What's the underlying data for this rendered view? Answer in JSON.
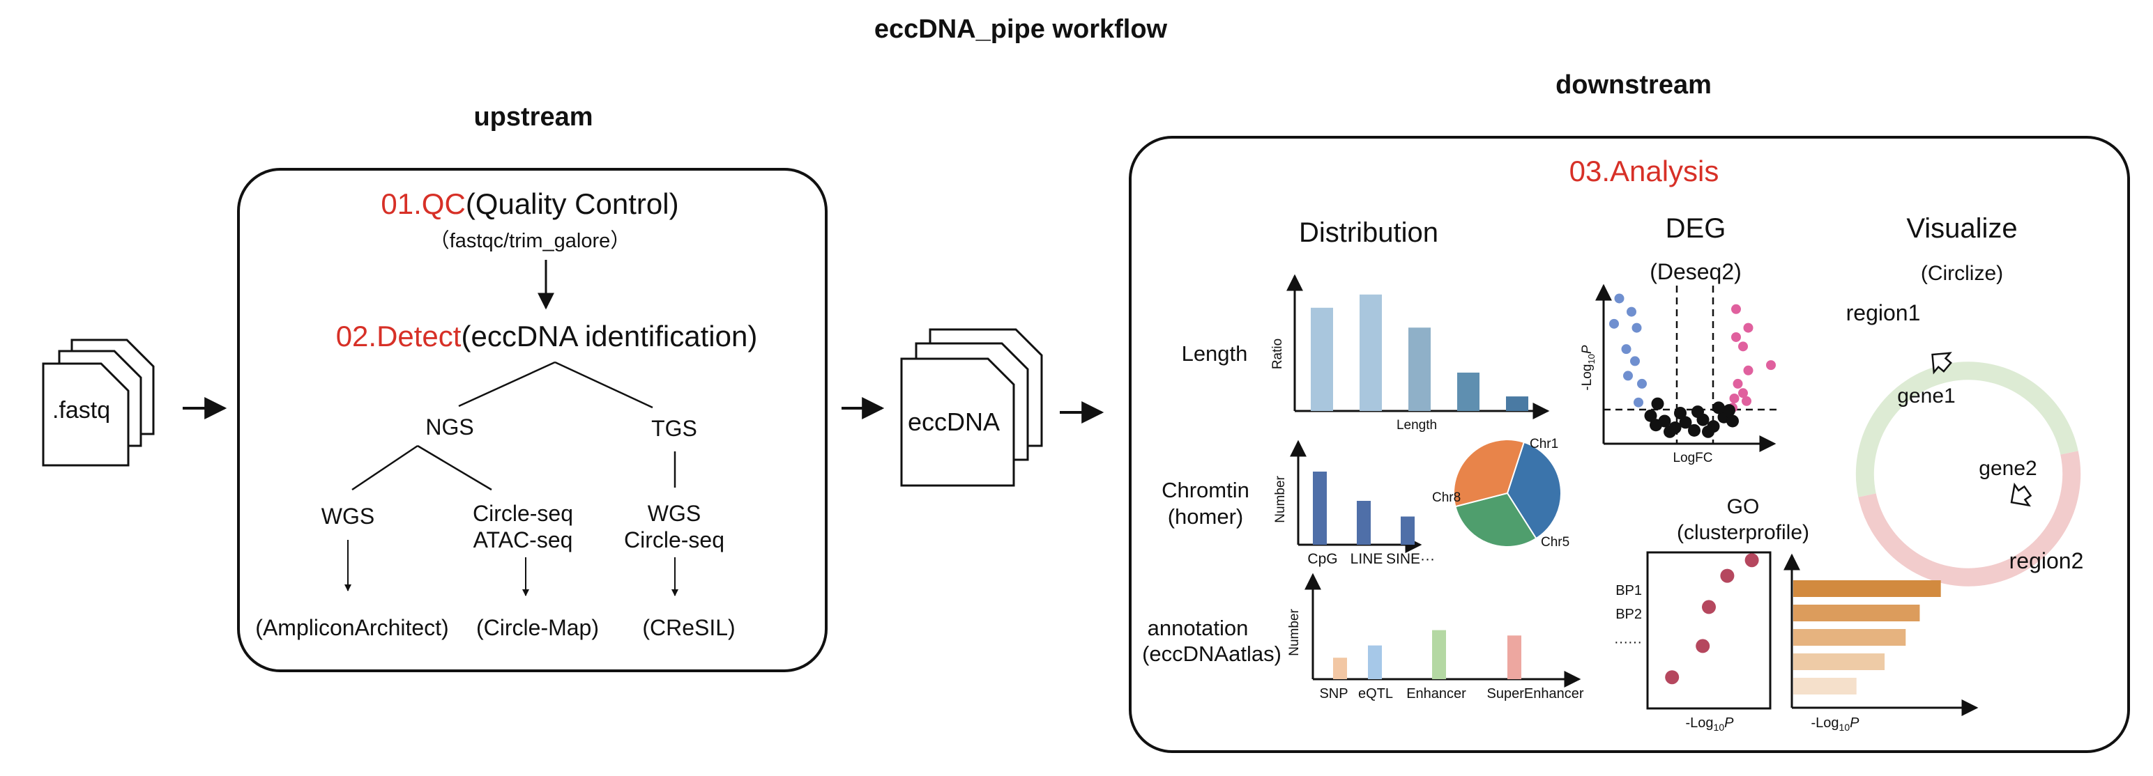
{
  "title": "eccDNA_pipe workflow",
  "input": {
    "label": ".fastq"
  },
  "upstream": {
    "heading": "upstream",
    "qc": {
      "step": "01.QC",
      "desc": "(Quality Control)",
      "tools": "（fastqc/trim_galore）"
    },
    "detect": {
      "step": "02.Detect",
      "desc": "(eccDNA identification)"
    },
    "ngs": "NGS",
    "tgs": "TGS",
    "wgs": "WGS",
    "circle_seq": "Circle-seq",
    "atac_seq": "ATAC-seq",
    "tgs_wgs": "WGS",
    "tgs_circle_seq": "Circle-seq",
    "tool_amplicon": "(AmpliconArchitect)",
    "tool_circlemap": "(Circle-Map)",
    "tool_cresil": "(CReSIL)"
  },
  "intermediate": {
    "label": "eccDNA"
  },
  "downstream": {
    "heading": "downstream",
    "analysis": "03.Analysis",
    "distribution": {
      "heading": "Distribution",
      "length_label": "Length",
      "chromtin_label": "Chromtin",
      "chromtin_sub": "(homer)",
      "annotation_label": "annotation",
      "annotation_sub": "(eccDNAatlas)"
    },
    "deg": {
      "heading": "DEG",
      "sub": "(Deseq2)"
    },
    "visualize": {
      "heading": "Visualize",
      "sub": "(Circlize)",
      "region1": "region1",
      "region2": "region2",
      "gene1": "gene1",
      "gene2": "gene2"
    },
    "go": {
      "heading": "GO",
      "sub": "(clusterprofile)"
    }
  },
  "colors": {
    "red": "#d73027",
    "length_bars": [
      "#a9c6dd",
      "#a9c6dd",
      "#8fb0c8",
      "#5f8fb0",
      "#4a7aa3"
    ],
    "chromtin_bars": "#4f6fa8",
    "pie": [
      "#3b74ab",
      "#4f9e6d",
      "#e8844a"
    ],
    "annotation_bars": [
      "#f2c7a4",
      "#a6c8e8",
      "#b4d8a3",
      "#eda7a0"
    ],
    "volcano_down": "#6f8fcf",
    "volcano_up": "#e0609e",
    "volcano_ns": "#111111",
    "circle_top": "#ddebd4",
    "circle_bottom": "#f2cccc",
    "go_dots": "#b5475e",
    "go_bars": [
      "#d28a3f",
      "#dc9c5c",
      "#e6b37f",
      "#eecba6",
      "#f5e0cb"
    ]
  },
  "chart_data": [
    {
      "type": "bar",
      "categories": [
        "",
        "",
        "",
        "",
        ""
      ],
      "values": [
        78,
        88,
        63,
        29,
        11
      ],
      "xlabel": "Length",
      "ylabel": "Ratio",
      "ylim": [
        0,
        100
      ]
    },
    {
      "type": "bar",
      "categories": [
        "CpG",
        "LINE",
        "SINE···"
      ],
      "values": [
        70,
        42,
        27
      ],
      "xlabel": "",
      "ylabel": "Number",
      "ylim": [
        0,
        100
      ]
    },
    {
      "type": "pie",
      "categories": [
        "Chr1",
        "Chr5",
        "Chr8"
      ],
      "values": [
        36,
        30,
        34
      ]
    },
    {
      "type": "bar",
      "categories": [
        "SNP",
        "eQTL",
        "Enhancer",
        "SuperEnhancer"
      ],
      "values": [
        28,
        44,
        64,
        57
      ],
      "xlabel": "",
      "ylabel": "Number",
      "ylim": [
        0,
        100
      ]
    },
    {
      "type": "scatter",
      "xlabel": "LogFC",
      "ylabel": "-Log10P",
      "xlim": [
        -5,
        5
      ],
      "ylim": [
        -1.5,
        10
      ],
      "series": [
        {
          "values": [
            [
              -4.1,
              9.4
            ],
            [
              -3.4,
              8.4
            ],
            [
              -4.4,
              7.5
            ],
            [
              -3.1,
              7.2
            ],
            [
              -3.7,
              5.6
            ],
            [
              -3.2,
              4.7
            ],
            [
              -3.6,
              3.6
            ],
            [
              -2.8,
              3.0
            ],
            [
              -3.0,
              1.6
            ]
          ]
        },
        {
          "values": [
            [
              2.6,
              8.6
            ],
            [
              3.3,
              7.2
            ],
            [
              2.6,
              6.5
            ],
            [
              3.0,
              5.8
            ],
            [
              4.6,
              4.4
            ],
            [
              3.3,
              4.0
            ],
            [
              2.7,
              3.0
            ],
            [
              3.0,
              2.3
            ],
            [
              2.5,
              1.9
            ],
            [
              3.2,
              1.7
            ],
            [
              2.4,
              1.2
            ]
          ]
        },
        {
          "values": [
            [
              -1.9,
              1.5
            ],
            [
              -2.3,
              0.6
            ],
            [
              -1.5,
              0.2
            ],
            [
              -0.9,
              -0.3
            ],
            [
              -0.3,
              0.1
            ],
            [
              0.2,
              -0.5
            ],
            [
              0.7,
              0.3
            ],
            [
              1.3,
              -0.2
            ],
            [
              1.9,
              0.5
            ],
            [
              2.2,
              1.0
            ],
            [
              -1.2,
              -0.6
            ],
            [
              0.4,
              0.9
            ],
            [
              -0.6,
              0.8
            ],
            [
              1.0,
              -0.6
            ],
            [
              1.6,
              1.2
            ],
            [
              -2.0,
              -0.1
            ],
            [
              2.4,
              0.2
            ]
          ]
        }
      ]
    },
    {
      "type": "scatter",
      "xlabel": "-Log10P",
      "ylabel": "",
      "categories": [
        "BP1",
        "BP2",
        "······"
      ],
      "xlim": [
        0,
        10
      ],
      "ylim": [
        0,
        10
      ],
      "values": [
        [
          8.5,
          9.5
        ],
        [
          6.5,
          8.5
        ],
        [
          5.0,
          6.5
        ],
        [
          4.5,
          4.0
        ],
        [
          2.0,
          2.0
        ]
      ]
    },
    {
      "type": "bar",
      "xlabel": "-Log10P",
      "categories": [
        "",
        "",
        "",
        "",
        ""
      ],
      "values": [
        84,
        72,
        64,
        52,
        36
      ],
      "xlim": [
        0,
        100
      ]
    }
  ]
}
